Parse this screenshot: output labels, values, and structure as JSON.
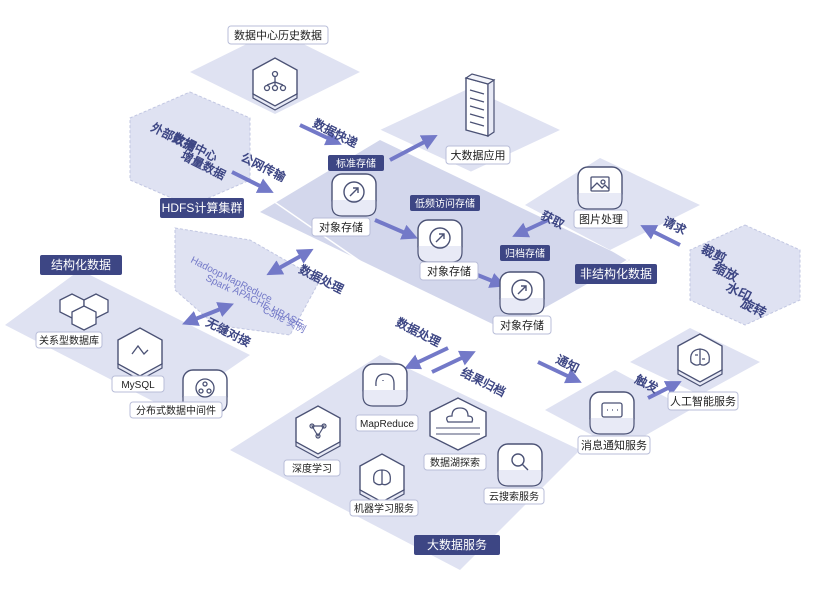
{
  "colors": {
    "platform": "#dfe2f2",
    "platform_dark": "#d3d7ec",
    "accent": "#3d4684",
    "arrow": "#7379c8",
    "icon_stroke": "#4b5275",
    "card_fill": "#ffffff"
  },
  "history_source": {
    "label": "数据中心历史数据",
    "arrow_label": "数据快递"
  },
  "external_source": {
    "line1": "外部数据",
    "line2": "数据中心",
    "line3": "增量数据",
    "arrow_label": "公网传输"
  },
  "big_data_app": {
    "label": "大数据应用"
  },
  "storage_standard": {
    "badge": "标准存储",
    "label": "对象存储"
  },
  "storage_infrequent": {
    "badge": "低频访问存储",
    "label": "对象存储"
  },
  "storage_archive": {
    "badge": "归档存储",
    "label": "对象存储"
  },
  "unstructured_label": "非结构化数据",
  "hdfs": {
    "badge": "HDFS计算集群",
    "items": [
      "Hadoop",
      "Spark",
      "MapReduce",
      "APACHE HBASE",
      "C3ne 实例"
    ],
    "arrow_label": "数据处理"
  },
  "image_processing": {
    "label": "图片处理",
    "fetch_label": "获取",
    "request_label": "请求"
  },
  "image_ops": {
    "line1": "裁剪",
    "line2": "缩放",
    "line3": "水印",
    "line4": "旋转"
  },
  "structured": {
    "badge": "结构化数据",
    "relational": "关系型数据库",
    "mysql": "MySQL",
    "distributed": "分布式数据中间件",
    "arrow_label": "无缝对接"
  },
  "processing_arrows": {
    "process": "数据处理",
    "archive": "结果归档",
    "notify": "通知",
    "trigger": "触发"
  },
  "big_data_service": {
    "badge": "大数据服务",
    "mapreduce": "MapReduce",
    "deep_learning": "深度学习",
    "data_lake": "数据湖探索",
    "machine_learning": "机器学习服务",
    "cloud_search": "云搜索服务"
  },
  "notification": {
    "label": "消息通知服务"
  },
  "ai_service": {
    "label": "人工智能服务"
  }
}
